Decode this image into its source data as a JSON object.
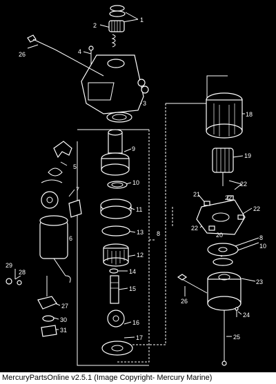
{
  "callouts": {
    "c1": "1",
    "c2": "2",
    "c3": "3",
    "c4": "4",
    "c5": "5",
    "c6": "6",
    "c7": "7",
    "c8": "8",
    "c8b": "8",
    "c9": "9",
    "c10": "10",
    "c10b": "10",
    "c11": "11",
    "c12": "12",
    "c13": "13",
    "c14": "14",
    "c15": "15",
    "c16": "16",
    "c17": "17",
    "c18": "18",
    "c19": "19",
    "c20": "20",
    "c21": "21",
    "c22a": "22",
    "c22b": "22",
    "c22c": "22",
    "c22d": "22",
    "c23": "23",
    "c24": "24",
    "c25": "25",
    "c26a": "26",
    "c26b": "26",
    "c27": "27",
    "c28": "28",
    "c29": "29",
    "c30": "30",
    "c31": "31"
  },
  "caption": "MercuryPartsOnline v2.5.1 (Image Copyright- Mercury Marine)"
}
